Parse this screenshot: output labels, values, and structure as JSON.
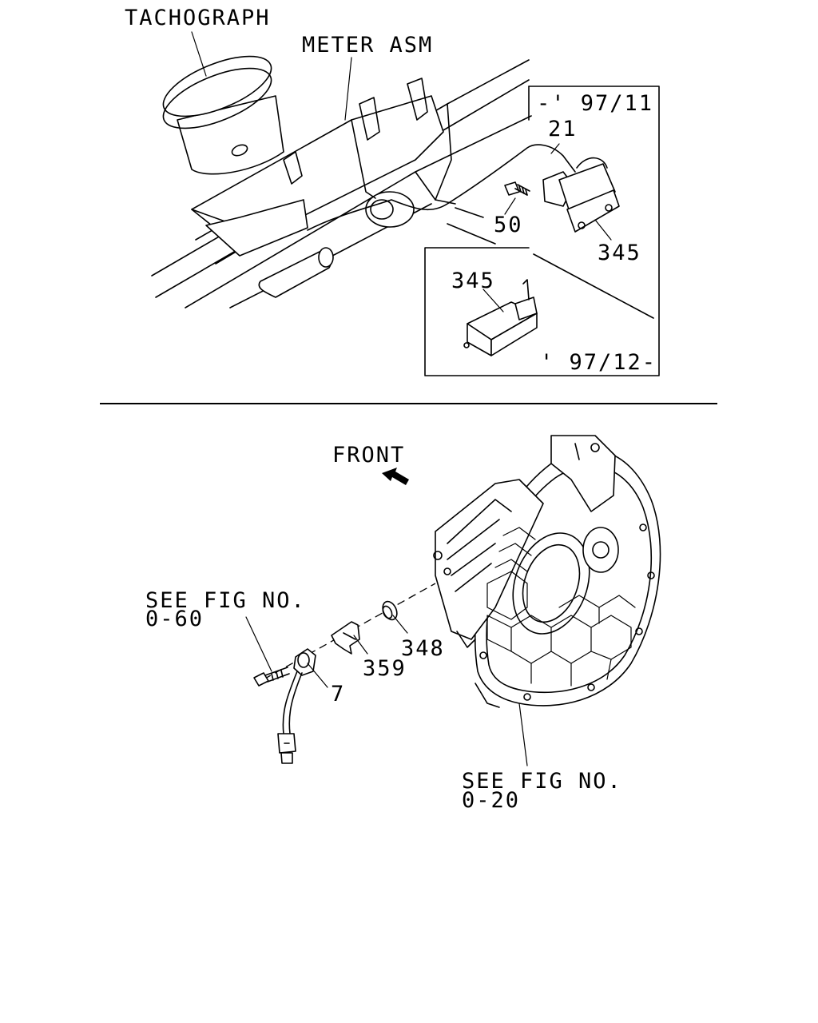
{
  "top_section": {
    "tachograph_label": "TACHOGRAPH",
    "meter_asm_label": "METER ASM",
    "inset_upper_range": "-' 97/11",
    "inset_lower_range": "' 97/12-",
    "callouts": {
      "p21": "21",
      "p50": "50",
      "p345_upper": "345",
      "p345_lower": "345"
    }
  },
  "bottom_section": {
    "front_label": "FRONT",
    "see_fig_left_line1": "SEE FIG NO.",
    "see_fig_left_line2": "0-60",
    "see_fig_right_line1": "SEE FIG NO.",
    "see_fig_right_line2": "0-20",
    "callouts": {
      "p7": "7",
      "p359": "359",
      "p348": "348"
    }
  }
}
